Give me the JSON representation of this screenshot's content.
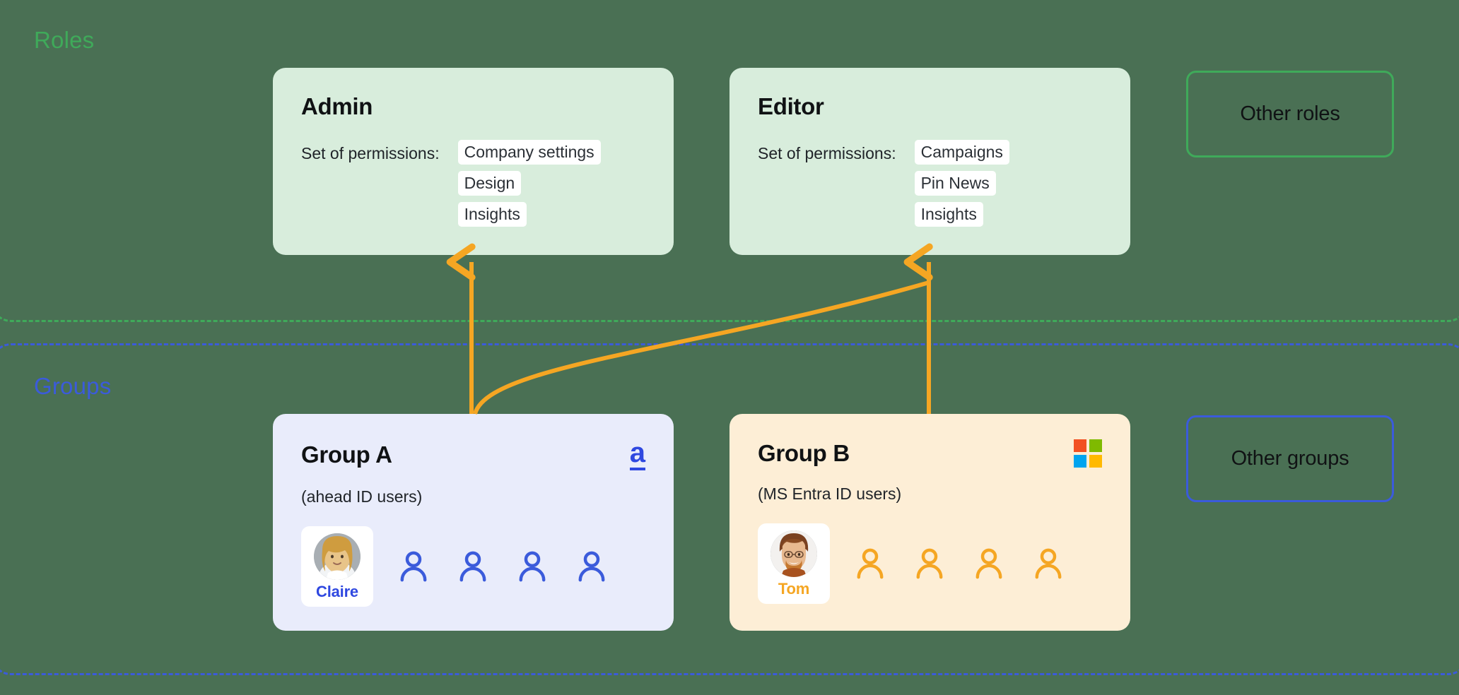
{
  "diagram": {
    "sections": [
      {
        "key": "roles",
        "label": "Roles",
        "color": "#3faa5a"
      },
      {
        "key": "groups",
        "label": "Groups",
        "color": "#3b5bdb"
      }
    ],
    "roles": {
      "label": "Roles",
      "color": "#3faa5a",
      "cards": [
        {
          "title": "Admin",
          "permissions_caption": "Set of permissions:",
          "permissions": [
            "Company settings",
            "Design",
            "Insights"
          ]
        },
        {
          "title": "Editor",
          "permissions_caption": "Set of permissions:",
          "permissions": [
            "Campaigns",
            "Pin News",
            "Insights"
          ]
        }
      ],
      "other_box_label": "Other roles"
    },
    "groups": {
      "label": "Groups",
      "color": "#3b5bdb",
      "cards": [
        {
          "title": "Group A",
          "subtitle": "(ahead ID users)",
          "logo": "ahead-logo",
          "logo_text": "a",
          "accent": "#2f48e0",
          "named_member": "Claire",
          "anonymous_member_count": 4
        },
        {
          "title": "Group B",
          "subtitle": "(MS Entra ID users)",
          "logo": "microsoft-logo",
          "accent": "#f5a623",
          "named_member": "Tom",
          "anonymous_member_count": 4
        }
      ],
      "other_box_label": "Other groups"
    },
    "connections": [
      {
        "from": "Group A",
        "to": "Admin",
        "style": "straight",
        "color": "#f5a623"
      },
      {
        "from": "Group A",
        "to": "Editor",
        "style": "curved",
        "color": "#f5a623"
      },
      {
        "from": "Group B",
        "to": "Editor",
        "style": "straight",
        "color": "#f5a623"
      }
    ],
    "colors": {
      "background": "#4a7054",
      "role_card_bg": "#d8eddc",
      "group_a_bg": "#e9ecfb",
      "group_b_bg": "#fdeed6",
      "arrow": "#f5a623",
      "tag_bg": "#ffffff",
      "ms_red": "#f25022",
      "ms_green": "#7fba00",
      "ms_blue": "#00a4ef",
      "ms_yellow": "#ffb900"
    }
  }
}
